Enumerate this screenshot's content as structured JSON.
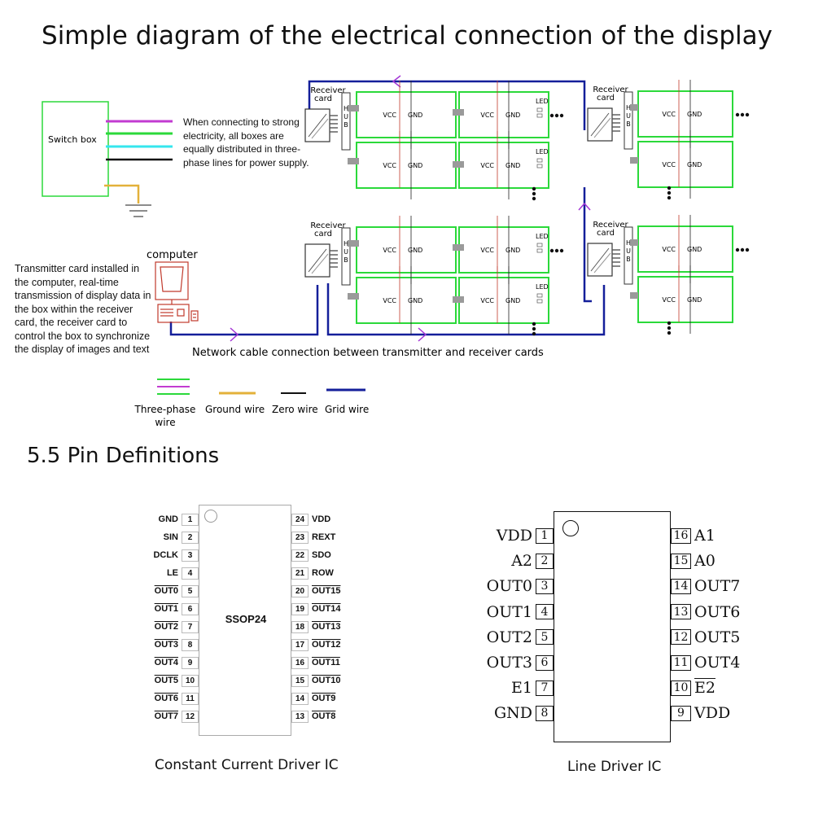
{
  "title": "Simple diagram of the electrical connection of the display",
  "section_title": "5.5 Pin Definitions",
  "switch_box": "Switch box",
  "power_note": "When connecting to strong electricity, all boxes are equally distributed in three-phase lines for power supply.",
  "computer_label": "computer",
  "transmitter_note": "Transmitter card installed in the computer, real-time transmission of display data in the box within the receiver card, the receiver card to control the box to synchronize the display of images and text",
  "receiver_card": "Receiver card",
  "hub": "HUB",
  "vcc": "VCC",
  "gnd": "GND",
  "led": "LED",
  "network_note": "Network cable connection between transmitter and receiver cards",
  "legend": [
    {
      "label": "Three-phase wire"
    },
    {
      "label": "Ground wire"
    },
    {
      "label": "Zero wire"
    },
    {
      "label": "Grid wire"
    }
  ],
  "colors": {
    "green": "#2bd93a",
    "magenta": "#c23bd1",
    "cyan": "#35e6ee",
    "black": "#111111",
    "ground": "#e3b13a",
    "grid": "#141f9a",
    "arrow": "#a436d6",
    "module_border": "#2bd93a",
    "connector": "#9a9a9a"
  },
  "ic1": {
    "package": "SSOP24",
    "caption": "Constant Current Driver IC",
    "left": [
      {
        "n": "1",
        "name": "GND"
      },
      {
        "n": "2",
        "name": "SIN"
      },
      {
        "n": "3",
        "name": "DCLK"
      },
      {
        "n": "4",
        "name": "LE"
      },
      {
        "n": "5",
        "name": "OUT0"
      },
      {
        "n": "6",
        "name": "OUT1"
      },
      {
        "n": "7",
        "name": "OUT2"
      },
      {
        "n": "8",
        "name": "OUT3"
      },
      {
        "n": "9",
        "name": "OUT4"
      },
      {
        "n": "10",
        "name": "OUT5"
      },
      {
        "n": "11",
        "name": "OUT6"
      },
      {
        "n": "12",
        "name": "OUT7"
      }
    ],
    "right": [
      {
        "n": "24",
        "name": "VDD"
      },
      {
        "n": "23",
        "name": "REXT"
      },
      {
        "n": "22",
        "name": "SDO"
      },
      {
        "n": "21",
        "name": "ROW"
      },
      {
        "n": "20",
        "name": "OUT15"
      },
      {
        "n": "19",
        "name": "OUT14"
      },
      {
        "n": "18",
        "name": "OUT13"
      },
      {
        "n": "17",
        "name": "OUT12"
      },
      {
        "n": "16",
        "name": "OUT11"
      },
      {
        "n": "15",
        "name": "OUT10"
      },
      {
        "n": "14",
        "name": "OUT9"
      },
      {
        "n": "13",
        "name": "OUT8"
      }
    ]
  },
  "ic2": {
    "caption": "Line Driver IC",
    "left": [
      {
        "n": "1",
        "name": "VDD"
      },
      {
        "n": "2",
        "name": "A2"
      },
      {
        "n": "3",
        "name": "OUT0"
      },
      {
        "n": "4",
        "name": "OUT1"
      },
      {
        "n": "5",
        "name": "OUT2"
      },
      {
        "n": "6",
        "name": "OUT3"
      },
      {
        "n": "7",
        "name": "E1"
      },
      {
        "n": "8",
        "name": "GND"
      }
    ],
    "right": [
      {
        "n": "16",
        "name": "A1"
      },
      {
        "n": "15",
        "name": "A0"
      },
      {
        "n": "14",
        "name": "OUT7"
      },
      {
        "n": "13",
        "name": "OUT6"
      },
      {
        "n": "12",
        "name": "OUT5"
      },
      {
        "n": "11",
        "name": "OUT4"
      },
      {
        "n": "10",
        "name": "E2"
      },
      {
        "n": "9",
        "name": "VDD"
      }
    ]
  }
}
